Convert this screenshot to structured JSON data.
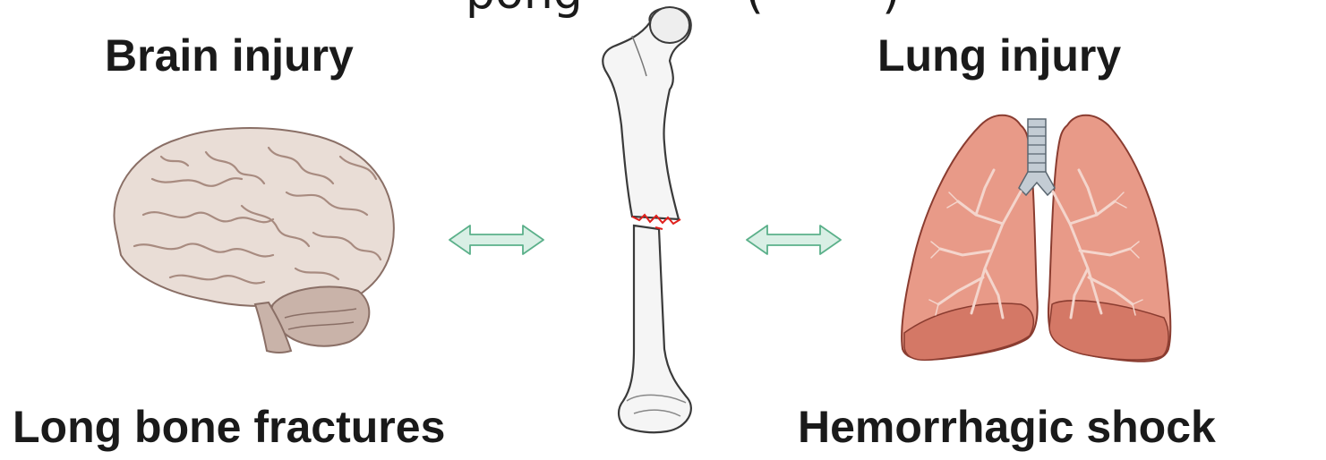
{
  "labels": {
    "brain": "Brain injury",
    "lung": "Lung injury",
    "bone": "Long bone fractures",
    "shock": "Hemorrhagic shock"
  },
  "colors": {
    "text": "#1a1a1a",
    "brain_fill": "#e9ddd6",
    "brain_sulci": "#a88b80",
    "lung_fill": "#e89a88",
    "lung_dark": "#d47866",
    "bone_fill": "#f5f5f5",
    "fracture_line": "#e0201c",
    "arrow_fill": "#d9efe5",
    "arrow_stroke": "#5bb08a"
  },
  "icons": {
    "brain": "brain-icon",
    "bone": "femur-bone-icon",
    "lung": "lungs-icon",
    "arrow": "double-arrow-icon"
  }
}
